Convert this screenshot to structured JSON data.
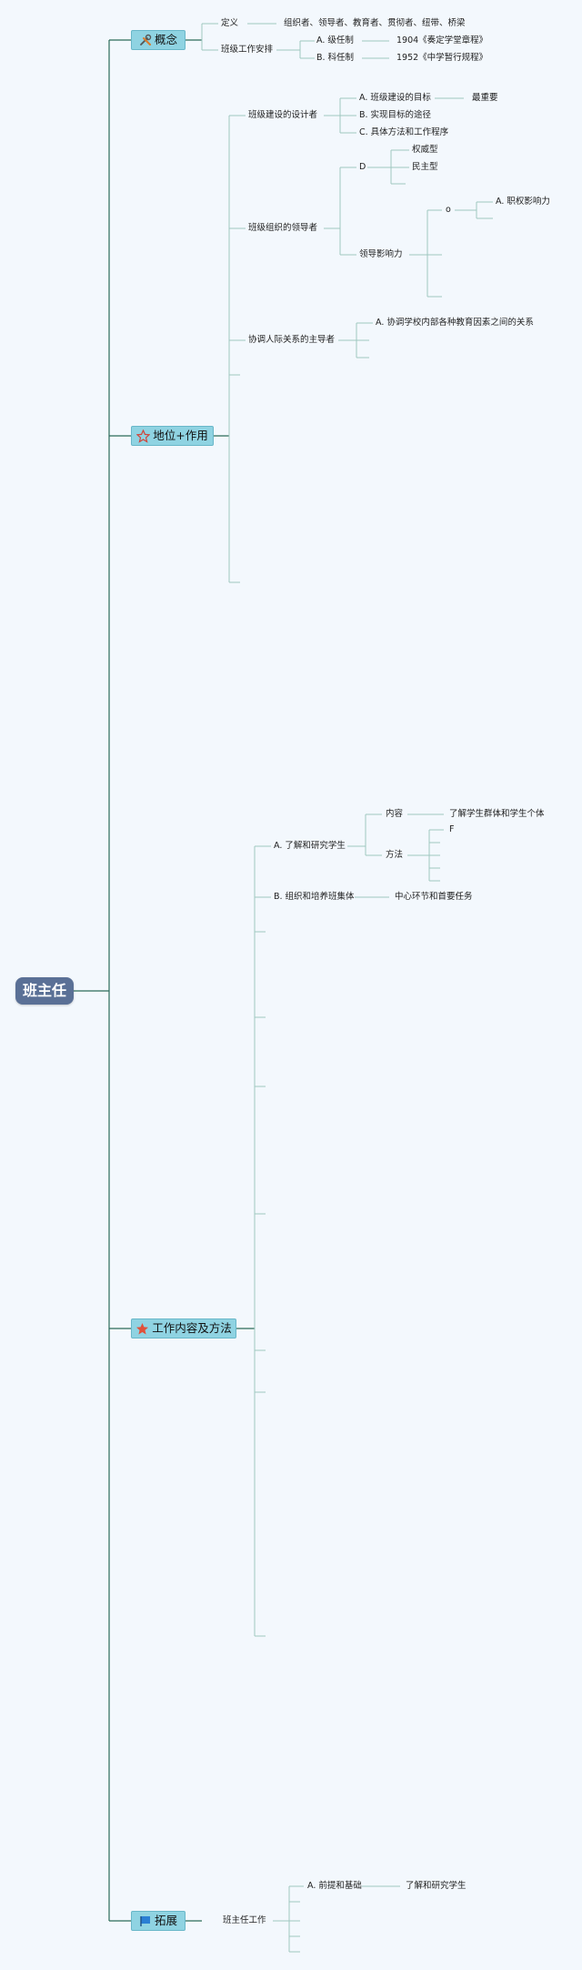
{
  "root": "班主任",
  "branches": {
    "concept": {
      "label": "概念",
      "icon": "wrench-pencil-icon",
      "definition_label": "定义",
      "definition_value": "组织者、领导者、教育者、贯彻者、纽带、桥梁",
      "arrangement_label": "班级工作安排",
      "grade_system": "A. 级任制",
      "grade_year": "1904《奏定学堂章程》",
      "subject_system": "B. 科任制",
      "subject_year": "1952《中学暂行规程》"
    },
    "role": {
      "label": "地位+作用",
      "icon": "star-outline-icon",
      "designer": "班级建设的设计者",
      "designer_goal": "A. 班级建设的目标",
      "designer_goal_note": "最重要",
      "designer_path": "B. 实现目标的途径",
      "designer_method": "C. 具体方法和工作程序",
      "leader": "班级组织的领导者",
      "leader_d": "D",
      "authoritarian": "权威型",
      "democratic": "民主型",
      "influence": "领导影响力",
      "influence_o": "o",
      "positional": "A. 职权影响力",
      "coordinator": "协调人际关系的主导者",
      "coordinator_a": "A. 协调学校内部各种教育因素之间的关系"
    },
    "work": {
      "label": "工作内容及方法",
      "icon": "star-filled-icon",
      "understand": "A. 了解和研究学生",
      "content": "内容",
      "content_value": "了解学生群体和学生个体",
      "method": "方法",
      "method_f": "F",
      "organize": "B. 组织和培养班集体",
      "organize_value": "中心环节和首要任务"
    },
    "extend": {
      "label": "拓展",
      "icon": "flag-icon",
      "work_label": "班主任工作",
      "premise": "A. 前提和基础",
      "premise_value": "了解和研究学生"
    }
  },
  "colors": {
    "root_fill": "#5a7096",
    "topic_fill": "#8fd3e2",
    "line_dark": "#2b6b5a",
    "line_light": "#9fc7c0",
    "background": "#f3f8fd"
  }
}
